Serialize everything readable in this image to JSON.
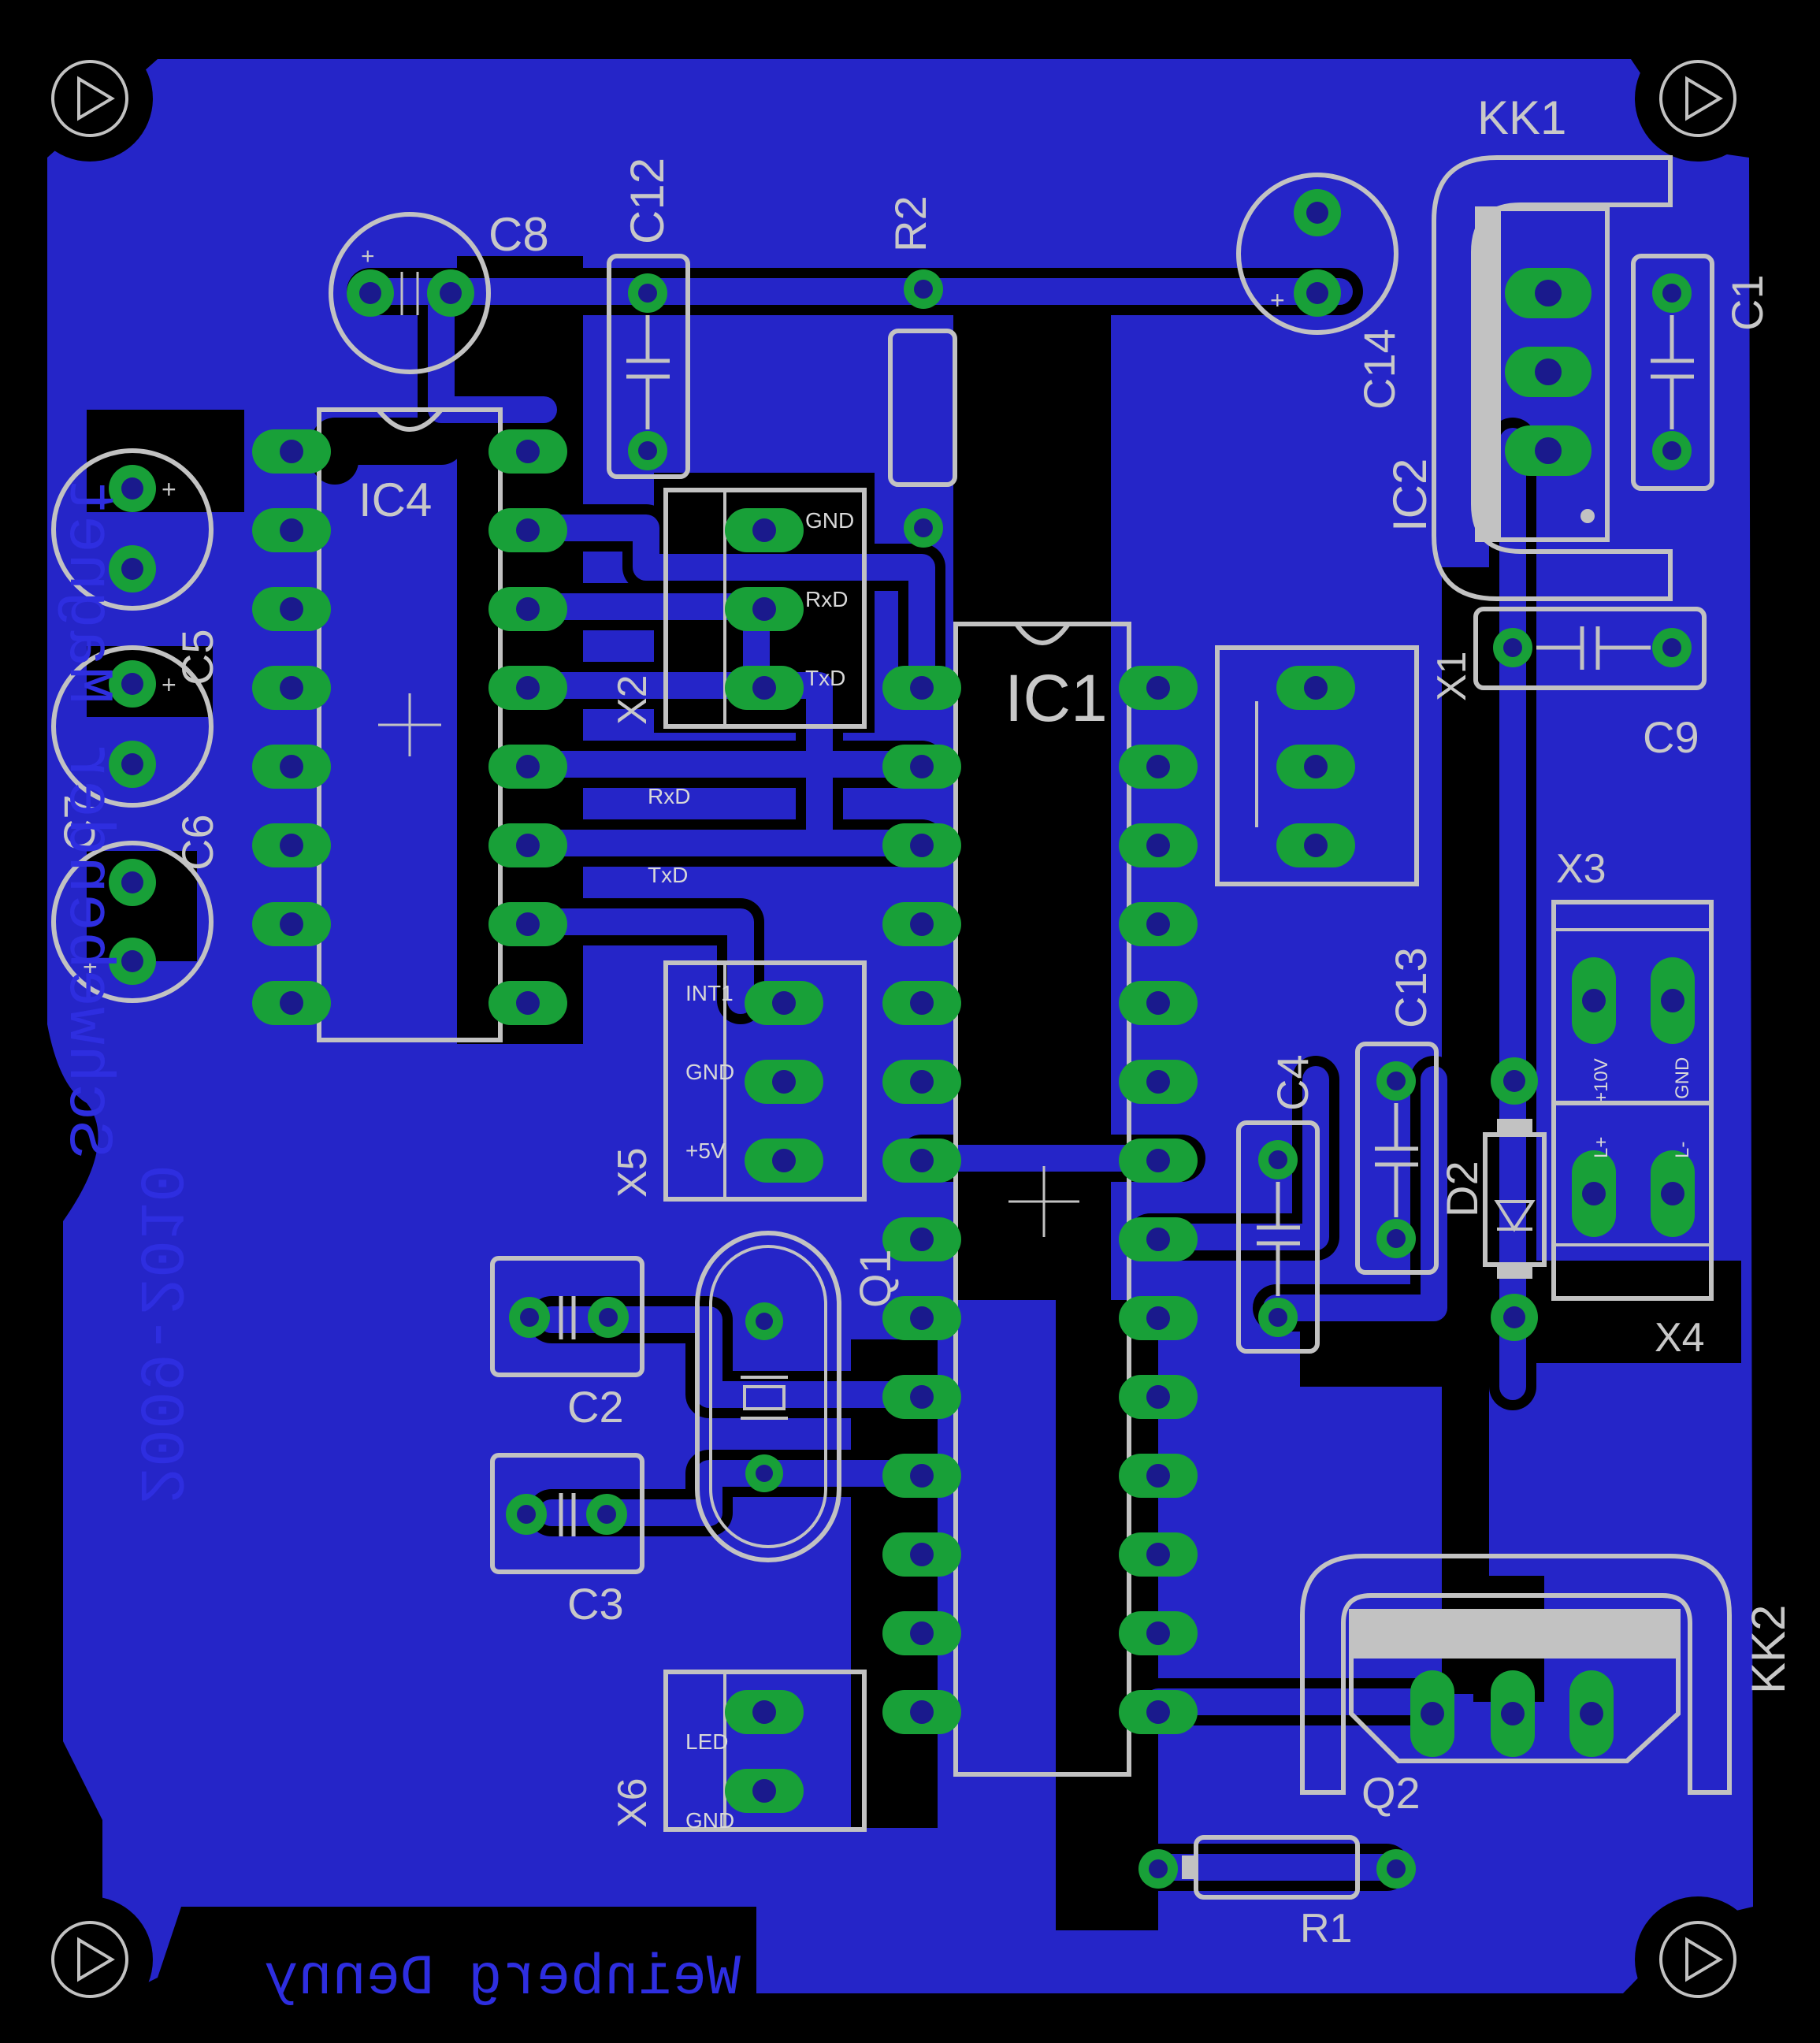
{
  "board": {
    "colors": {
      "background": "#000000",
      "copper": "#2525c8",
      "pad": "#18a038",
      "silkscreen": "#c2c2c2",
      "mirror_text": "#2e2ee0"
    },
    "mirror_text": {
      "line1": "Schwebender Magnet",
      "line2": "2009-2010",
      "line3": "Weinberg Denny"
    }
  },
  "components": {
    "ic1": "IC1",
    "ic2": "IC2",
    "ic4": "IC4",
    "kk1": "KK1",
    "kk2": "KK2",
    "c1": "C1",
    "c2": "C2",
    "c3": "C3",
    "c4": "C4",
    "c5": "C5",
    "c6": "C6",
    "c7": "C7",
    "c8": "C8",
    "c9": "C9",
    "c12": "C12",
    "c13": "C13",
    "c14": "C14",
    "r1": "R1",
    "r2": "R2",
    "d2": "D2",
    "q1": "Q1",
    "q2": "Q2",
    "x1": "X1",
    "x2": "X2",
    "x3": "X3",
    "x4": "X4",
    "x5": "X5",
    "x6": "X6"
  },
  "pin_labels": {
    "x2_gnd": "GND",
    "x2_rxd": "RxD",
    "x2_txd": "TxD",
    "trace_rxd": "RxD",
    "trace_txd": "TxD",
    "x5_int1": "INT1",
    "x5_gnd": "GND",
    "x5_5v": "+5V",
    "x6_led": "LED",
    "x6_gnd": "GND",
    "x3_10v": "+10V",
    "x3_gnd": "GND",
    "x4_lp": "L+",
    "x4_lm": "L-"
  }
}
